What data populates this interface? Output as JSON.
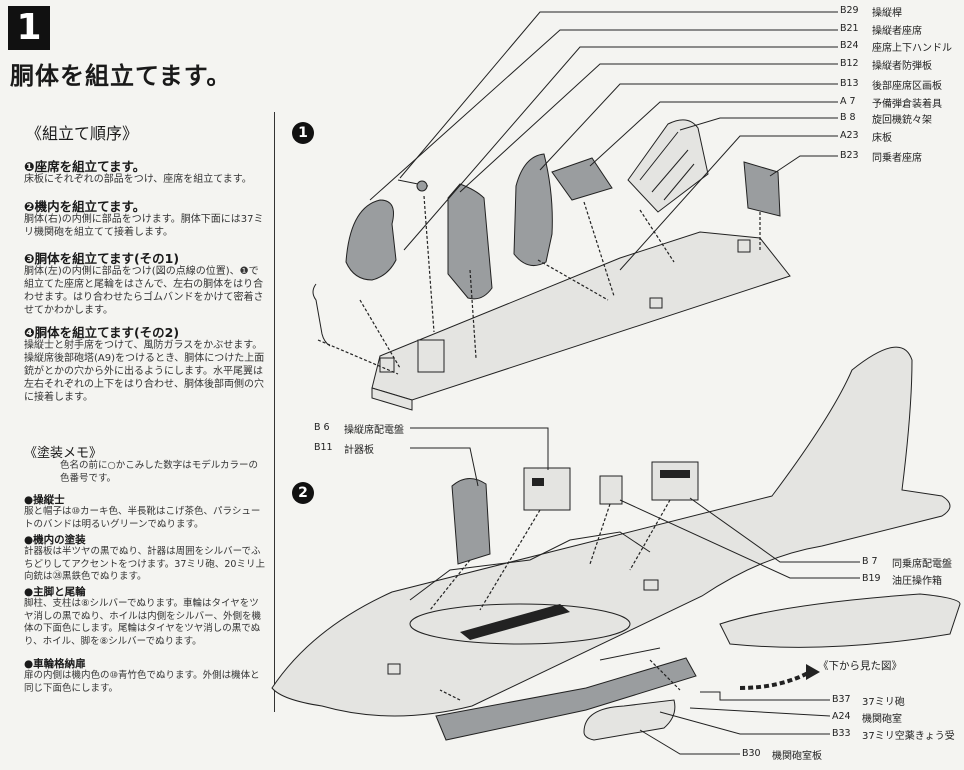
{
  "header": {
    "step_number": "1",
    "title": "胴体を組立てます。"
  },
  "order": {
    "title": "《組立て順序》",
    "steps": [
      {
        "head": "❶座席を組立てます。",
        "body": "床板にそれぞれの部品をつけ、座席を組立てます。"
      },
      {
        "head": "❷機内を組立てます。",
        "body": "胴体(右)の内側に部品をつけます。胴体下面には37ミリ機関砲を組立てて接着します。"
      },
      {
        "head": "❸胴体を組立てます(その1)",
        "body": "胴体(左)の内側に部品をつけ(図の点線の位置)、❶で組立てた座席と尾輪をはさんで、左右の胴体をはり合わせます。はり合わせたらゴムバンドをかけて密着させてかわかします。"
      },
      {
        "head": "❹胴体を組立てます(その2)",
        "body": "操縦士と射手席をつけて、風防ガラスをかぶせます。操縦席後部砲塔(A9)をつけるとき、胴体につけた上面銃がとかの穴から外に出るようにします。水平尾翼は左右それぞれの上下をはり合わせ、胴体後部両側の穴に接着します。"
      }
    ]
  },
  "memo": {
    "title": "《塗装メモ》",
    "intro": "色名の前に○かこみした数字はモデルカラーの色番号です。",
    "sections": [
      {
        "head": "●操縦士",
        "body": "服と帽子は⑩カーキ色、半長靴はこげ茶色、パラシュートのバンドは明るいグリーンでぬります。"
      },
      {
        "head": "●機内の塗装",
        "body": "計器板は半ツヤの黒でぬり、計器は周囲をシルバーでふちどりしてアクセントをつけます。37ミリ砲、20ミリ上向銃は㉘黒鉄色でぬります。"
      },
      {
        "head": "●主脚と尾輪",
        "body": "脚柱、支柱は⑧シルバーでぬります。車輪はタイヤをツヤ消しの黒でぬり、ホイルは内側をシルバー、外側を機体の下面色にします。尾輪はタイヤをツヤ消しの黒でぬり、ホイル、脚を⑧シルバーでぬります。"
      },
      {
        "head": "●車輪格納扉",
        "body": "扉の内側は機内色の⑩青竹色でぬります。外側は機体と同じ下面色にします。"
      }
    ]
  },
  "diagram": {
    "marker_1": "1",
    "marker_2": "2",
    "labels_top": [
      {
        "code": "B29",
        "text": "操縦桿"
      },
      {
        "code": "B21",
        "text": "操縦者座席"
      },
      {
        "code": "B24",
        "text": "座席上下ハンドル"
      },
      {
        "code": "B12",
        "text": "操縦者防弾板"
      },
      {
        "code": "B13",
        "text": "後部座席区画板"
      },
      {
        "code": "A 7",
        "text": "予備弾倉装着具"
      },
      {
        "code": "B 8",
        "text": "旋回機銃々架"
      },
      {
        "code": "A23",
        "text": "床板"
      },
      {
        "code": "B23",
        "text": "同乗者座席"
      }
    ],
    "labels_left": [
      {
        "code": "B 6",
        "text": "操縦席配電盤"
      },
      {
        "code": "B11",
        "text": "計器板"
      }
    ],
    "labels_mid": [
      {
        "code": "B 7",
        "text": "同乗席配電盤"
      },
      {
        "code": "B19",
        "text": "油圧操作箱"
      }
    ],
    "bottom_view": "《下から見た図》",
    "labels_bottom": [
      {
        "code": "B37",
        "text": "37ミリ砲"
      },
      {
        "code": "A24",
        "text": "機関砲室"
      },
      {
        "code": "B33",
        "text": "37ミリ空薬きょう受"
      },
      {
        "code": "B30",
        "text": "機関砲室板"
      }
    ]
  }
}
